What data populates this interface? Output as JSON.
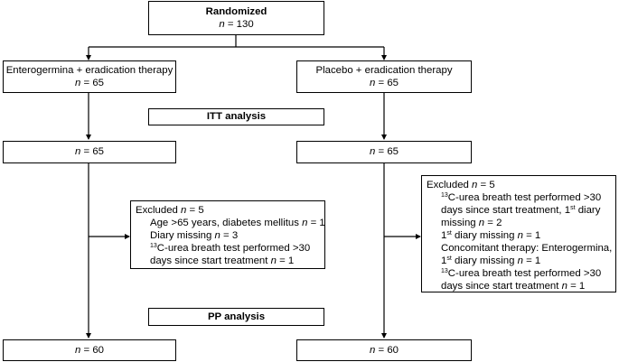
{
  "randomized": {
    "title": "Randomized",
    "n_label": "n",
    "n_value": "= 130"
  },
  "left_arm": {
    "title": "Enterogermina + eradication therapy",
    "n_label": "n",
    "n_value": "= 65",
    "itt_n_label": "n",
    "itt_n_value": "= 65",
    "pp_n_label": "n",
    "pp_n_value": "= 60",
    "excluded": {
      "header": "Excluded ",
      "header_n": "n",
      "header_val": " = 5",
      "reason1_pre": "Age >65 years, diabetes mellitus ",
      "reason1_n": "n",
      "reason1_val": " = 1",
      "reason2_pre": "Diary missing ",
      "reason2_n": "n",
      "reason2_val": " = 3",
      "reason3_sup": "13",
      "reason3_line1": "C-urea breath test performed >30",
      "reason3_line2_pre": "days since start treatment ",
      "reason3_n": "n",
      "reason3_val": " = 1"
    }
  },
  "right_arm": {
    "title": "Placebo + eradication therapy",
    "n_label": "n",
    "n_value": "= 65",
    "itt_n_label": "n",
    "itt_n_value": "= 65",
    "pp_n_label": "n",
    "pp_n_value": "= 60",
    "excluded": {
      "header": "Excluded ",
      "header_n": "n",
      "header_val": " = 5",
      "r1_sup": "13",
      "r1_line1": "C-urea breath test performed >30",
      "r1_line2_pre": "days since start treatment, 1",
      "r1_line2_sup": "st",
      "r1_line2_post": " diary",
      "r1_line3_pre": "missing ",
      "r1_n": "n",
      "r1_val": " = 2",
      "r2_pre": "1",
      "r2_sup": "st",
      "r2_post": " diary missing ",
      "r2_n": "n",
      "r2_val": " = 1",
      "r3_line1": "Concomitant therapy: Enterogermina,",
      "r3_pre": "1",
      "r3_sup": "st",
      "r3_post": " diary missing ",
      "r3_n": "n",
      "r3_val": " = 1",
      "r4_sup": "13",
      "r4_line1": "C-urea breath test performed >30",
      "r4_line2_pre": "days since start treatment ",
      "r4_n": "n",
      "r4_val": " = 1"
    }
  },
  "itt_label": "ITT analysis",
  "pp_label": "PP analysis"
}
